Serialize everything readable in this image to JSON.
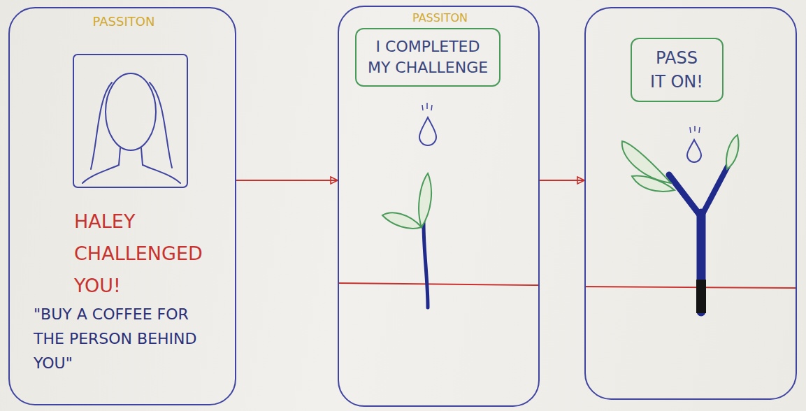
{
  "diagram": {
    "nodes": [
      {
        "text": [
          "PASSITON",
          "HALEY CHALLENGED YOU!",
          "\"BUY A COFFEE FOR THE PERSON BEHIND YOU\""
        ]
      },
      {
        "text": [
          "PASSITON"
        ]
      },
      {
        "text": [
          "I COMPLETED MY CHALLENGE"
        ],
        "in": 1
      },
      {
        "text": []
      },
      {
        "text": [
          "PASS IT ON!"
        ],
        "in": 3
      }
    ],
    "edges": [
      {
        "from": 0,
        "to": 1,
        "arrow": "to"
      },
      {
        "from": 1,
        "to": 3,
        "arrow": "to"
      }
    ]
  }
}
